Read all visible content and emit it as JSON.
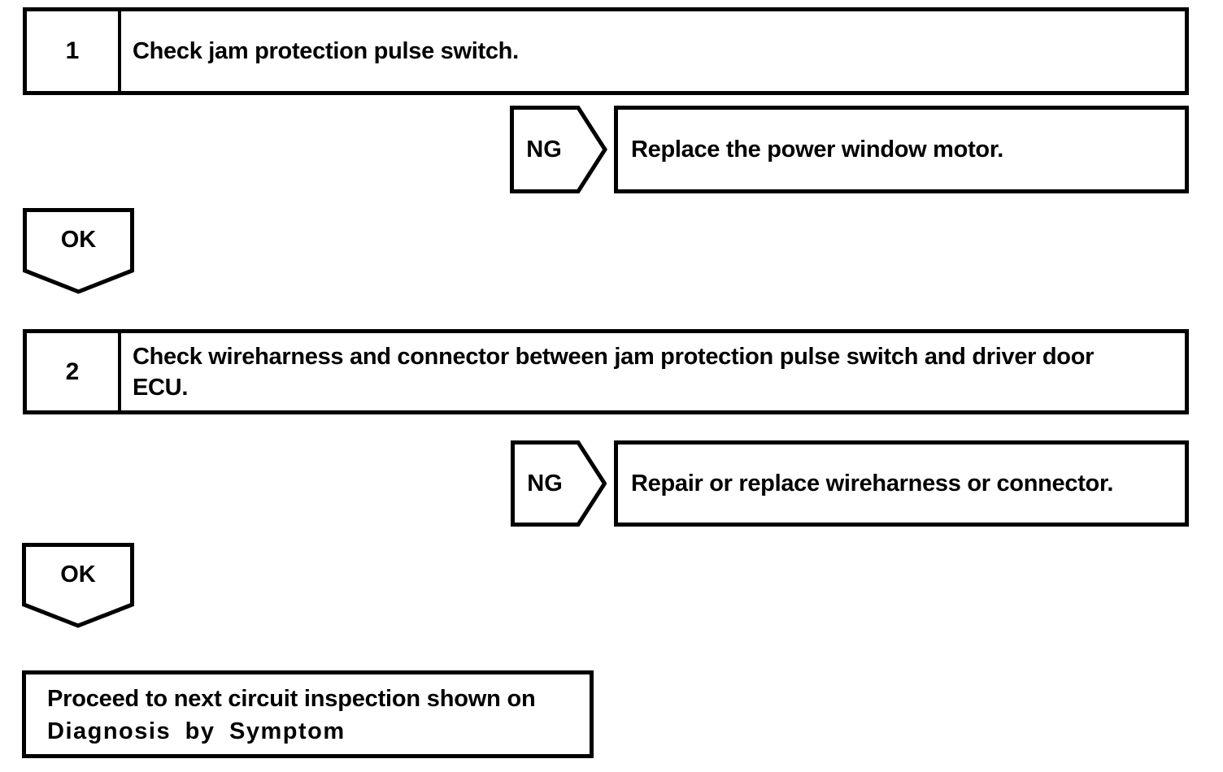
{
  "flowchart": {
    "steps": [
      {
        "number": "1",
        "instruction": "Check jam protection pulse switch.",
        "ng_label": "NG",
        "ng_result": "Replace the power window motor.",
        "ok_label": "OK"
      },
      {
        "number": "2",
        "instruction": "Check wireharness and connector between jam protection pulse switch and driver door ECU.",
        "ng_label": "NG",
        "ng_result": "Repair or replace wireharness or connector.",
        "ok_label": "OK"
      }
    ],
    "final": {
      "line1": "Proceed to next circuit inspection shown on",
      "line2": "Diagnosis by Symptom"
    }
  },
  "colors": {
    "background": "#ffffff",
    "line": "#000000",
    "text": "#000000"
  }
}
